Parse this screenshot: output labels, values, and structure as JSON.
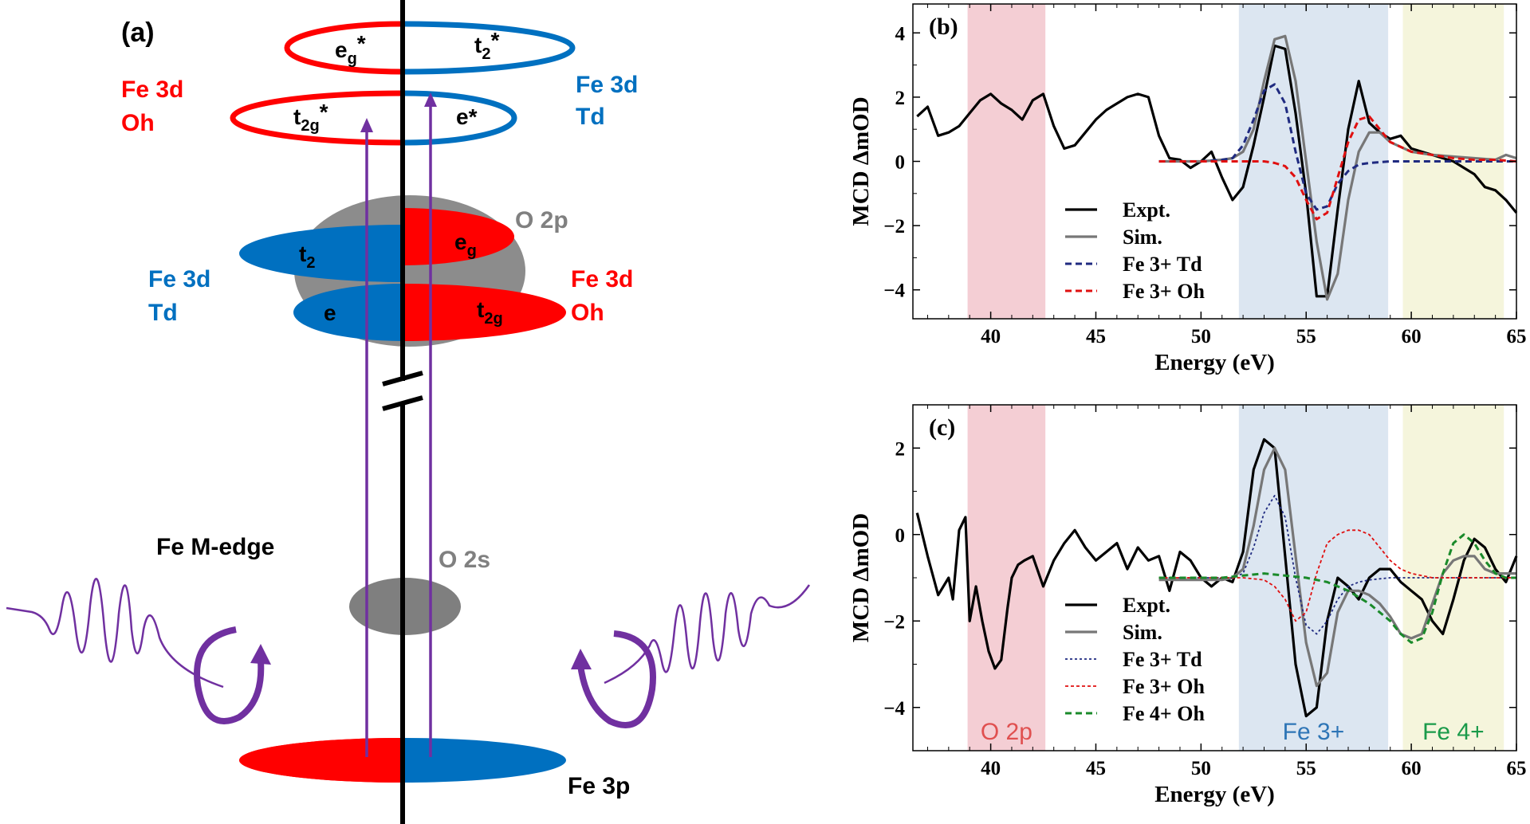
{
  "colors": {
    "red": "#ff0000",
    "blue": "#0070c0",
    "grey": "#808080",
    "purple": "#7030a0",
    "o2p_band": "#f2c6cc",
    "fe3_band": "#d6e2ef",
    "fe4_band": "#f3f3d6",
    "expt": "#000000",
    "sim": "#777777",
    "td": "#1f2a80",
    "oh": "#e01010",
    "fe4oh": "#1a8a2a"
  },
  "diagram": {
    "panel_label": "(a)",
    "eg_star": {
      "base": "e",
      "sub": "g",
      "sup": "*"
    },
    "t2_star": {
      "base": "t",
      "sub": "2",
      "sup": "*"
    },
    "t2g_star": {
      "base": "t",
      "sub": "2g",
      "sup": "*"
    },
    "e_star": "e*",
    "fe3d_oh_top": [
      "Fe 3d",
      "Oh"
    ],
    "fe3d_td_top": [
      "Fe 3d",
      "Td"
    ],
    "o2p": "O 2p",
    "t2": {
      "base": "t",
      "sub": "2"
    },
    "eg": {
      "base": "e",
      "sub": "g"
    },
    "e": "e",
    "t2g": {
      "base": "t",
      "sub": "2g"
    },
    "fe3d_td_mid": [
      "Fe 3d",
      "Td"
    ],
    "fe3d_oh_mid": [
      "Fe 3d",
      "Oh"
    ],
    "fe_medge": "Fe M-edge",
    "o2s": "O 2s",
    "fe3p": "Fe 3p"
  },
  "chart_data": [
    {
      "panel_label": "(b)",
      "type": "line",
      "xlabel": "Energy (eV)",
      "ylabel": "MCD ΔmOD",
      "xlim": [
        36.3,
        65
      ],
      "ylim": [
        -4.9,
        4.9
      ],
      "xticks": [
        40,
        45,
        50,
        55,
        60,
        65
      ],
      "yticks": [
        4,
        2,
        0,
        -2,
        -4
      ],
      "ytick_labels": [
        "4",
        "2",
        "0",
        "−2",
        "−4"
      ],
      "bands": [
        {
          "from": 38.9,
          "to": 42.6,
          "color": "#f2c6cc"
        },
        {
          "from": 51.8,
          "to": 58.9,
          "color": "#d6e2ef"
        },
        {
          "from": 59.6,
          "to": 64.4,
          "color": "#f3f3d6"
        }
      ],
      "legend": [
        "Expt.",
        "Sim.",
        "Fe 3+ Td",
        "Fe 3+ Oh"
      ],
      "series": [
        {
          "name": "Expt.",
          "color": "#000000",
          "width": 3.2,
          "dash": "",
          "x": [
            36.5,
            37,
            37.5,
            38,
            38.5,
            39,
            39.5,
            40,
            40.5,
            41,
            41.5,
            42,
            42.5,
            43,
            43.5,
            44,
            44.5,
            45,
            45.5,
            46,
            46.5,
            47,
            47.5,
            48,
            48.5,
            49,
            49.5,
            50,
            50.5,
            51,
            51.5,
            52,
            52.5,
            53,
            53.5,
            54,
            54.5,
            55,
            55.5,
            56,
            56.5,
            57,
            57.5,
            58,
            58.5,
            59,
            59.5,
            60,
            60.5,
            61,
            61.5,
            62,
            62.5,
            63,
            63.5,
            64,
            64.5,
            65
          ],
          "y": [
            1.4,
            1.7,
            0.8,
            0.9,
            1.1,
            1.5,
            1.9,
            2.1,
            1.8,
            1.6,
            1.3,
            1.9,
            2.1,
            1.1,
            0.4,
            0.5,
            0.9,
            1.3,
            1.6,
            1.8,
            2.0,
            2.1,
            2.0,
            0.8,
            0.1,
            0.05,
            -0.2,
            0.0,
            0.3,
            -0.5,
            -1.2,
            -0.8,
            0.5,
            2.0,
            3.6,
            3.5,
            1.5,
            -1.0,
            -4.2,
            -4.2,
            -1.5,
            1.0,
            2.5,
            1.2,
            0.9,
            0.7,
            0.8,
            0.4,
            0.3,
            0.2,
            0.1,
            0.0,
            -0.2,
            -0.4,
            -0.8,
            -0.9,
            -1.2,
            -1.6
          ]
        },
        {
          "name": "Sim.",
          "color": "#777777",
          "width": 3.2,
          "dash": "",
          "x": [
            48,
            49,
            50,
            51,
            51.5,
            52,
            52.5,
            53,
            53.5,
            54,
            54.5,
            55,
            55.5,
            56,
            56.5,
            57,
            57.5,
            58,
            58.5,
            59,
            60,
            61,
            62,
            63,
            64,
            64.5,
            65
          ],
          "y": [
            0,
            0,
            0,
            0.05,
            0.1,
            0.3,
            1.0,
            2.5,
            3.8,
            3.9,
            2.5,
            0,
            -2.5,
            -4.3,
            -3.5,
            -1.2,
            0.3,
            0.9,
            0.9,
            0.6,
            0.3,
            0.2,
            0.15,
            0.1,
            0.05,
            0.2,
            0.1
          ]
        },
        {
          "name": "Fe 3+ Td",
          "color": "#1f2a80",
          "width": 3,
          "dash": "8,5",
          "x": [
            48,
            49,
            50,
            51,
            51.5,
            52,
            52.5,
            53,
            53.5,
            54,
            54.5,
            55,
            55.5,
            56,
            56.5,
            57,
            57.5,
            58,
            59,
            60,
            61,
            62,
            63,
            64,
            65
          ],
          "y": [
            0,
            0,
            0,
            0.05,
            0.1,
            0.5,
            1.3,
            2.2,
            2.4,
            1.8,
            0.3,
            -1.0,
            -1.5,
            -1.4,
            -0.7,
            -0.3,
            -0.1,
            -0.05,
            0,
            0,
            0,
            0,
            0,
            0,
            0
          ]
        },
        {
          "name": "Fe 3+ Oh",
          "color": "#e01010",
          "width": 3,
          "dash": "8,5",
          "x": [
            48,
            49,
            50,
            51,
            52,
            53,
            53.5,
            54,
            54.5,
            55,
            55.5,
            56,
            56.5,
            57,
            57.5,
            58,
            58.5,
            59,
            60,
            61,
            62,
            63,
            64,
            65
          ],
          "y": [
            0,
            0,
            0,
            0,
            0,
            0,
            -0.05,
            -0.15,
            -0.5,
            -1.2,
            -1.8,
            -1.6,
            -0.5,
            0.6,
            1.3,
            1.4,
            1.0,
            0.6,
            0.3,
            0.2,
            0.1,
            0.05,
            0.05,
            0
          ]
        }
      ]
    },
    {
      "panel_label": "(c)",
      "type": "line",
      "xlabel": "Energy (eV)",
      "ylabel": "MCD ΔmOD",
      "xlim": [
        36.3,
        65
      ],
      "ylim": [
        -5.0,
        3.0
      ],
      "xticks": [
        40,
        45,
        50,
        55,
        60,
        65
      ],
      "yticks": [
        2,
        0,
        -2,
        -4
      ],
      "ytick_labels": [
        "2",
        "0",
        "−2",
        "−4"
      ],
      "bands": [
        {
          "from": 38.9,
          "to": 42.6,
          "color": "#f2c6cc",
          "label": "O 2p",
          "label_color": "#e05050"
        },
        {
          "from": 51.8,
          "to": 58.9,
          "color": "#d6e2ef",
          "label": "Fe 3+",
          "label_color": "#2e75b6"
        },
        {
          "from": 59.6,
          "to": 64.4,
          "color": "#f3f3d6",
          "label": "Fe 4+",
          "label_color": "#1a9a4a"
        }
      ],
      "legend": [
        "Expt.",
        "Sim.",
        "Fe 3+ Td",
        "Fe 3+ Oh",
        "Fe 4+ Oh"
      ],
      "series": [
        {
          "name": "Expt.",
          "color": "#000000",
          "width": 3.2,
          "dash": "",
          "x": [
            36.5,
            37,
            37.5,
            38,
            38.2,
            38.5,
            38.8,
            39,
            39.3,
            39.6,
            39.9,
            40.2,
            40.5,
            40.8,
            41,
            41.3,
            41.6,
            42,
            42.5,
            43,
            43.5,
            44,
            44.5,
            45,
            45.5,
            46,
            46.5,
            47,
            47.5,
            48,
            48.5,
            49,
            49.5,
            50,
            50.5,
            51,
            51.5,
            52,
            52.5,
            53,
            53.5,
            54,
            54.5,
            55,
            55.5,
            56,
            56.5,
            57,
            57.5,
            58,
            58.5,
            59,
            59.5,
            60,
            60.5,
            61,
            61.5,
            62,
            62.5,
            63,
            63.5,
            64,
            64.5,
            65
          ],
          "y": [
            0.5,
            -0.5,
            -1.4,
            -1.0,
            -1.5,
            0.1,
            0.4,
            -2.0,
            -1.2,
            -2.0,
            -2.7,
            -3.1,
            -2.9,
            -1.7,
            -1.0,
            -0.7,
            -0.6,
            -0.5,
            -1.2,
            -0.6,
            -0.2,
            0.1,
            -0.3,
            -0.6,
            -0.4,
            -0.2,
            -0.8,
            -0.3,
            -0.6,
            -0.5,
            -1.3,
            -0.4,
            -0.6,
            -1.0,
            -1.2,
            -1.0,
            -1.1,
            -0.4,
            1.5,
            2.2,
            2.0,
            -0.5,
            -3.0,
            -4.2,
            -4.0,
            -2.0,
            -1.0,
            -1.2,
            -1.5,
            -1.0,
            -0.8,
            -0.8,
            -1.1,
            -1.3,
            -1.5,
            -2.0,
            -2.3,
            -1.5,
            -0.6,
            -0.1,
            -0.3,
            -0.8,
            -1.1,
            -0.5
          ]
        },
        {
          "name": "Sim.",
          "color": "#777777",
          "width": 3.2,
          "dash": "",
          "x": [
            48,
            49,
            50,
            51,
            51.5,
            52,
            52.5,
            53,
            53.5,
            54,
            54.5,
            55,
            55.5,
            56,
            56.5,
            57,
            57.5,
            58,
            58.5,
            59,
            59.5,
            60,
            60.5,
            61,
            61.5,
            62,
            62.5,
            63,
            63.5,
            64,
            64.5,
            65
          ],
          "y": [
            -1.05,
            -1.05,
            -1.05,
            -1.05,
            -1.0,
            -0.8,
            0.2,
            1.5,
            2.0,
            1.5,
            -0.5,
            -2.5,
            -3.5,
            -3.2,
            -1.8,
            -1.3,
            -1.3,
            -1.4,
            -1.6,
            -1.9,
            -2.3,
            -2.4,
            -2.3,
            -1.6,
            -0.9,
            -0.6,
            -0.5,
            -0.5,
            -0.8,
            -0.9,
            -0.9,
            -0.9
          ]
        },
        {
          "name": "Fe 3+ Td",
          "color": "#1f2a80",
          "width": 1.8,
          "dash": "3,3",
          "x": [
            48,
            49,
            50,
            51,
            51.5,
            52,
            52.5,
            53,
            53.5,
            54,
            54.5,
            55,
            55.5,
            56,
            56.5,
            57,
            57.5,
            58,
            59,
            60,
            61,
            62,
            63,
            64,
            65
          ],
          "y": [
            -1.0,
            -1.0,
            -1.0,
            -1.0,
            -1.0,
            -0.9,
            -0.3,
            0.5,
            0.9,
            0.4,
            -1.0,
            -2.1,
            -2.3,
            -2.0,
            -1.5,
            -1.2,
            -1.1,
            -1.05,
            -1.0,
            -1.0,
            -1.0,
            -1.0,
            -1.0,
            -1.0,
            -1.0
          ]
        },
        {
          "name": "Fe 3+ Oh",
          "color": "#e01010",
          "width": 1.8,
          "dash": "4,3",
          "x": [
            48,
            49,
            50,
            51,
            52,
            53,
            53.5,
            54,
            54.5,
            55,
            55.5,
            56,
            56.5,
            57,
            57.5,
            58,
            58.5,
            59,
            59.5,
            60,
            61,
            62,
            63,
            64,
            65
          ],
          "y": [
            -1.0,
            -1.0,
            -1.0,
            -1.0,
            -1.0,
            -1.05,
            -1.2,
            -1.5,
            -2.0,
            -1.8,
            -0.9,
            -0.2,
            0.0,
            0.1,
            0.1,
            0.0,
            -0.3,
            -0.6,
            -0.8,
            -0.9,
            -1.0,
            -1.0,
            -1.0,
            -1.0,
            -1.0
          ]
        },
        {
          "name": "Fe 4+ Oh",
          "color": "#1a8a2a",
          "width": 3,
          "dash": "8,5",
          "x": [
            48,
            49,
            50,
            51,
            52,
            53,
            54,
            55,
            56,
            57,
            58,
            59,
            59.5,
            60,
            60.5,
            61,
            61.5,
            62,
            62.5,
            63,
            63.5,
            64,
            64.5,
            65
          ],
          "y": [
            -1.0,
            -1.0,
            -1.0,
            -1.0,
            -0.95,
            -0.9,
            -0.95,
            -1.0,
            -1.1,
            -1.3,
            -1.6,
            -2.0,
            -2.3,
            -2.5,
            -2.4,
            -1.8,
            -0.9,
            -0.2,
            0.0,
            -0.2,
            -0.6,
            -0.9,
            -1.0,
            -1.0
          ]
        }
      ]
    }
  ]
}
